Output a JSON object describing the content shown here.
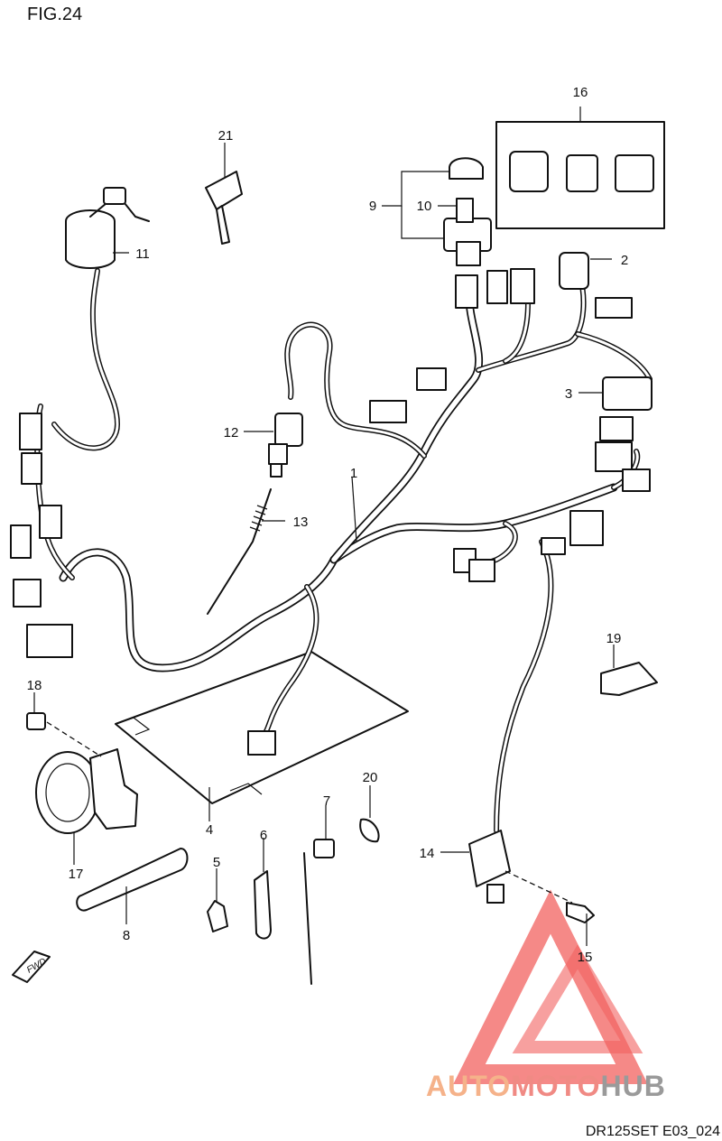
{
  "figure_title": "FIG.24",
  "drawing_code": "DR125SET E03_024",
  "watermark": {
    "text_a": "AUTO",
    "text_b": "MOTO",
    "text_c": "HUB",
    "color_a": "#f5b28a",
    "color_b": "#f08a84",
    "color_c": "#9a9a9a",
    "logo_color": "#f2615f"
  },
  "fwd_arrow": "FWD",
  "callouts": {
    "c1": "1",
    "c2": "2",
    "c3": "3",
    "c4": "4",
    "c5": "5",
    "c6": "6",
    "c7": "7",
    "c8": "8",
    "c9": "9",
    "c10": "10",
    "c11": "11",
    "c12": "12",
    "c13": "13",
    "c14": "14",
    "c15": "15",
    "c16": "16",
    "c17": "17",
    "c18": "18",
    "c19": "19",
    "c20": "20",
    "c21": "21"
  }
}
